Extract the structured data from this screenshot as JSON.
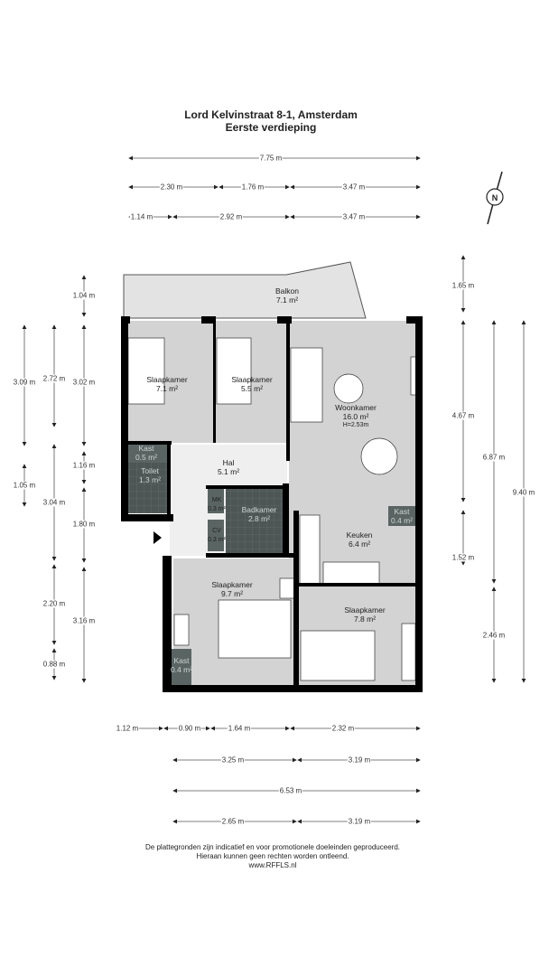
{
  "title": {
    "line1": "Lord Kelvinstraat 8-1, Amsterdam",
    "line2": "Eerste verdieping"
  },
  "dimensions": {
    "top": [
      "7.75 m",
      "2.30 m",
      "1.76 m",
      "3.47 m",
      "1.14 m",
      "2.92 m",
      "3.47 m"
    ],
    "bottom": [
      "1.12 m",
      "0.90 m",
      "1.64 m",
      "2.32 m",
      "3.25 m",
      "3.19 m",
      "6.53 m",
      "2.65 m",
      "3.19 m"
    ],
    "left": [
      "1.04 m",
      "3.09 m",
      "2.72 m",
      "3.02 m",
      "1.05 m",
      "1.16 m",
      "3.04 m",
      "1.80 m",
      "2.20 m",
      "3.16 m",
      "0.88 m"
    ],
    "right": [
      "1.65 m",
      "4.67 m",
      "6.87 m",
      "9.40 m",
      "1.52 m",
      "2.46 m"
    ]
  },
  "rooms": {
    "balkon": {
      "name": "Balkon",
      "area": "7.1 m²"
    },
    "slaapkamer1": {
      "name": "Slaapkamer",
      "area": "7.1 m²"
    },
    "slaapkamer2": {
      "name": "Slaapkamer",
      "area": "5.5 m²"
    },
    "woonkamer": {
      "name": "Woonkamer",
      "area": "16.0 m²",
      "height": "H=2.53m"
    },
    "kast1": {
      "name": "Kast",
      "area": "0.5 m²"
    },
    "toilet": {
      "name": "Toilet",
      "area": "1.3 m²"
    },
    "hal": {
      "name": "Hal",
      "area": "5.1 m²"
    },
    "mk": {
      "name": "MK",
      "area": "0.3 m²"
    },
    "badkamer": {
      "name": "Badkamer",
      "area": "2.8 m²"
    },
    "cv": {
      "name": "CV",
      "area": "0.3 m²"
    },
    "keuken": {
      "name": "Keuken",
      "area": "6.4 m²"
    },
    "kast2": {
      "name": "Kast",
      "area": "0.4 m²"
    },
    "slaapkamer3": {
      "name": "Slaapkamer",
      "area": "9.7 m²"
    },
    "slaapkamer4": {
      "name": "Slaapkamer",
      "area": "7.8 m²"
    },
    "kast3": {
      "name": "Kast",
      "area": "0.4 m²"
    }
  },
  "compass": {
    "label": "N"
  },
  "footer": {
    "line1": "De plattegronden zijn indicatief en voor promotionele doeleinden geproduceerd.",
    "line2": "Hieraan kunnen geen rechten worden ontleend.",
    "line3": "www.RFFLS.nl"
  },
  "colors": {
    "room": "#d3d3d3",
    "hal": "#efefef",
    "wet": "#4d5655",
    "wall": "#000000"
  }
}
